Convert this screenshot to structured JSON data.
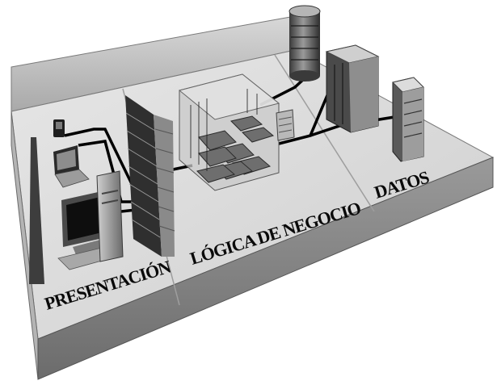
{
  "tiers": {
    "presentation": {
      "label": "PRESENTACIÓN"
    },
    "business": {
      "label": "LÓGICA DE NEGOCIO"
    },
    "data": {
      "label": "DATOS"
    }
  },
  "connections": [
    {
      "from": "pda",
      "to": "firewall"
    },
    {
      "from": "laptop",
      "to": "firewall"
    },
    {
      "from": "desktop",
      "to": "firewall"
    },
    {
      "from": "firewall",
      "to": "application-server"
    },
    {
      "from": "application-server",
      "to": "database"
    },
    {
      "from": "application-server",
      "to": "data-server-rack"
    },
    {
      "from": "application-server",
      "to": "storage-tower"
    }
  ],
  "colors": {
    "floor": "#d6d6d6",
    "floor_edge": "#8a8a8a",
    "wall": "#bdbdbd",
    "cable": "#000000",
    "device": "#5a5a5a"
  }
}
